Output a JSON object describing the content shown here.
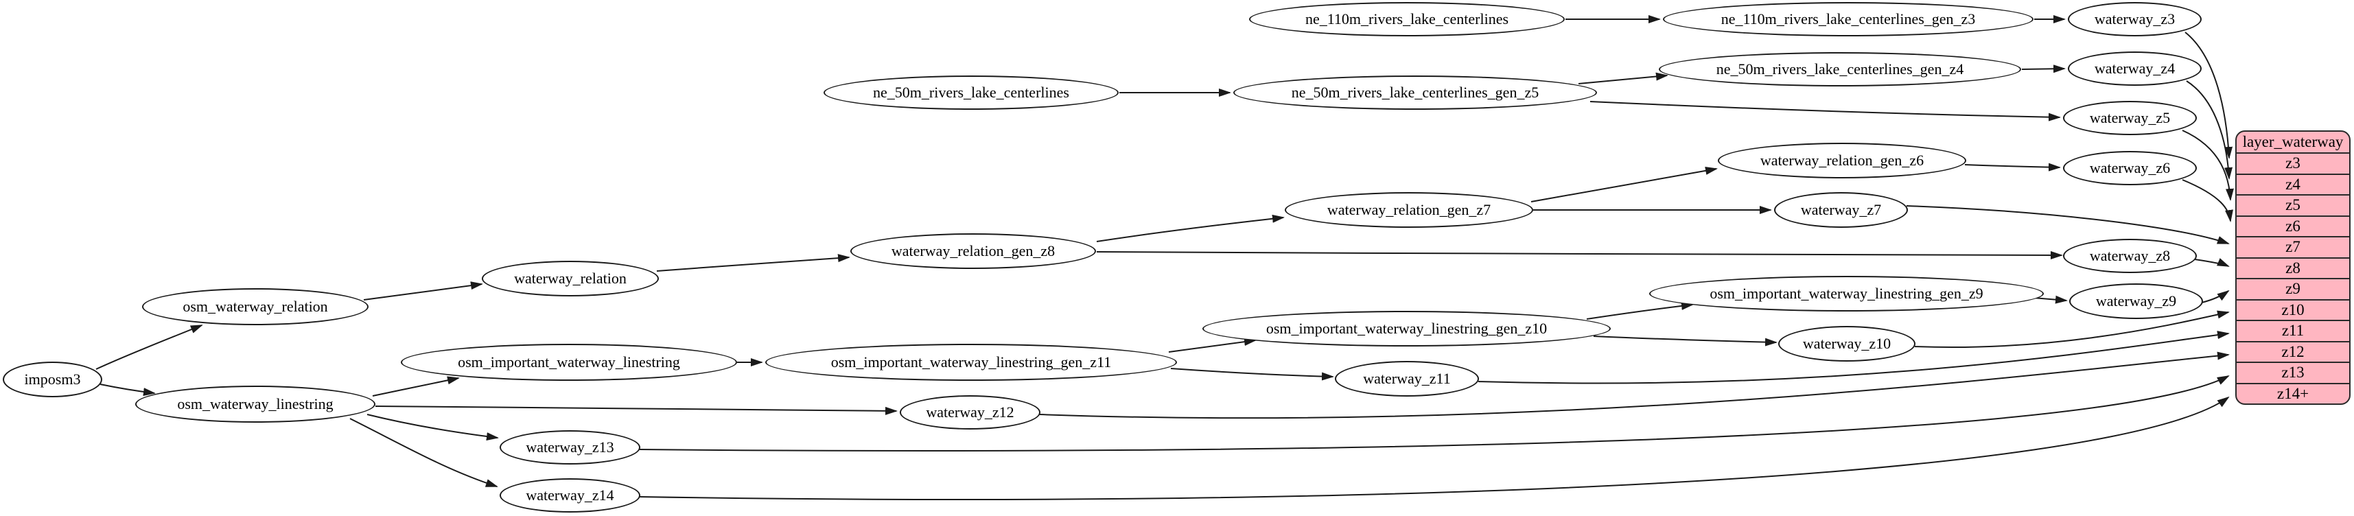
{
  "graph": {
    "nodes": {
      "imposm3": "imposm3",
      "osm_waterway_relation": "osm_waterway_relation",
      "osm_waterway_linestring": "osm_waterway_linestring",
      "waterway_relation": "waterway_relation",
      "waterway_relation_gen_z8": "waterway_relation_gen_z8",
      "waterway_relation_gen_z7": "waterway_relation_gen_z7",
      "waterway_relation_gen_z6": "waterway_relation_gen_z6",
      "osm_important_waterway_linestring": "osm_important_waterway_linestring",
      "osm_important_waterway_linestring_gen_z11": "osm_important_waterway_linestring_gen_z11",
      "osm_important_waterway_linestring_gen_z10": "osm_important_waterway_linestring_gen_z10",
      "osm_important_waterway_linestring_gen_z9": "osm_important_waterway_linestring_gen_z9",
      "ne_110m_rivers_lake_centerlines": "ne_110m_rivers_lake_centerlines",
      "ne_110m_rivers_lake_centerlines_gen_z3": "ne_110m_rivers_lake_centerlines_gen_z3",
      "ne_50m_rivers_lake_centerlines": "ne_50m_rivers_lake_centerlines",
      "ne_50m_rivers_lake_centerlines_gen_z5": "ne_50m_rivers_lake_centerlines_gen_z5",
      "ne_50m_rivers_lake_centerlines_gen_z4": "ne_50m_rivers_lake_centerlines_gen_z4",
      "waterway_z3": "waterway_z3",
      "waterway_z4": "waterway_z4",
      "waterway_z5": "waterway_z5",
      "waterway_z6": "waterway_z6",
      "waterway_z7": "waterway_z7",
      "waterway_z8": "waterway_z8",
      "waterway_z9": "waterway_z9",
      "waterway_z10": "waterway_z10",
      "waterway_z11": "waterway_z11",
      "waterway_z12": "waterway_z12",
      "waterway_z13": "waterway_z13",
      "waterway_z14": "waterway_z14"
    },
    "edges": [
      [
        "imposm3",
        "osm_waterway_relation"
      ],
      [
        "imposm3",
        "osm_waterway_linestring"
      ],
      [
        "osm_waterway_relation",
        "waterway_relation"
      ],
      [
        "waterway_relation",
        "waterway_relation_gen_z8"
      ],
      [
        "waterway_relation_gen_z8",
        "waterway_relation_gen_z7"
      ],
      [
        "waterway_relation_gen_z8",
        "waterway_z8"
      ],
      [
        "waterway_relation_gen_z7",
        "waterway_relation_gen_z6"
      ],
      [
        "waterway_relation_gen_z7",
        "waterway_z7"
      ],
      [
        "waterway_relation_gen_z6",
        "waterway_z6"
      ],
      [
        "osm_waterway_linestring",
        "osm_important_waterway_linestring"
      ],
      [
        "osm_waterway_linestring",
        "waterway_z12"
      ],
      [
        "osm_waterway_linestring",
        "waterway_z13"
      ],
      [
        "osm_waterway_linestring",
        "waterway_z14"
      ],
      [
        "osm_important_waterway_linestring",
        "osm_important_waterway_linestring_gen_z11"
      ],
      [
        "osm_important_waterway_linestring_gen_z11",
        "osm_important_waterway_linestring_gen_z10"
      ],
      [
        "osm_important_waterway_linestring_gen_z11",
        "waterway_z11"
      ],
      [
        "osm_important_waterway_linestring_gen_z10",
        "osm_important_waterway_linestring_gen_z9"
      ],
      [
        "osm_important_waterway_linestring_gen_z10",
        "waterway_z10"
      ],
      [
        "osm_important_waterway_linestring_gen_z9",
        "waterway_z9"
      ],
      [
        "ne_110m_rivers_lake_centerlines",
        "ne_110m_rivers_lake_centerlines_gen_z3"
      ],
      [
        "ne_110m_rivers_lake_centerlines_gen_z3",
        "waterway_z3"
      ],
      [
        "ne_50m_rivers_lake_centerlines",
        "ne_50m_rivers_lake_centerlines_gen_z5"
      ],
      [
        "ne_50m_rivers_lake_centerlines_gen_z5",
        "ne_50m_rivers_lake_centerlines_gen_z4"
      ],
      [
        "ne_50m_rivers_lake_centerlines_gen_z5",
        "waterway_z5"
      ],
      [
        "ne_50m_rivers_lake_centerlines_gen_z4",
        "waterway_z4"
      ],
      [
        "waterway_z3",
        "layer_waterway:z3"
      ],
      [
        "waterway_z4",
        "layer_waterway:z4"
      ],
      [
        "waterway_z5",
        "layer_waterway:z5"
      ],
      [
        "waterway_z6",
        "layer_waterway:z6"
      ],
      [
        "waterway_z7",
        "layer_waterway:z7"
      ],
      [
        "waterway_z8",
        "layer_waterway:z8"
      ],
      [
        "waterway_z9",
        "layer_waterway:z9"
      ],
      [
        "waterway_z10",
        "layer_waterway:z10"
      ],
      [
        "waterway_z11",
        "layer_waterway:z11"
      ],
      [
        "waterway_z12",
        "layer_waterway:z12"
      ],
      [
        "waterway_z13",
        "layer_waterway:z13"
      ],
      [
        "waterway_z14",
        "layer_waterway:z14+"
      ]
    ],
    "table": {
      "title": "layer_waterway",
      "rows": [
        "z3",
        "z4",
        "z5",
        "z6",
        "z7",
        "z8",
        "z9",
        "z10",
        "z11",
        "z12",
        "z13",
        "z14+"
      ]
    },
    "colors": {
      "table_fill": "#ffb6c1",
      "table_border": "#2a2a2a",
      "node_fill": "#ffffff",
      "node_border": "#1a1a1a",
      "edge": "#1a1a1a"
    }
  }
}
